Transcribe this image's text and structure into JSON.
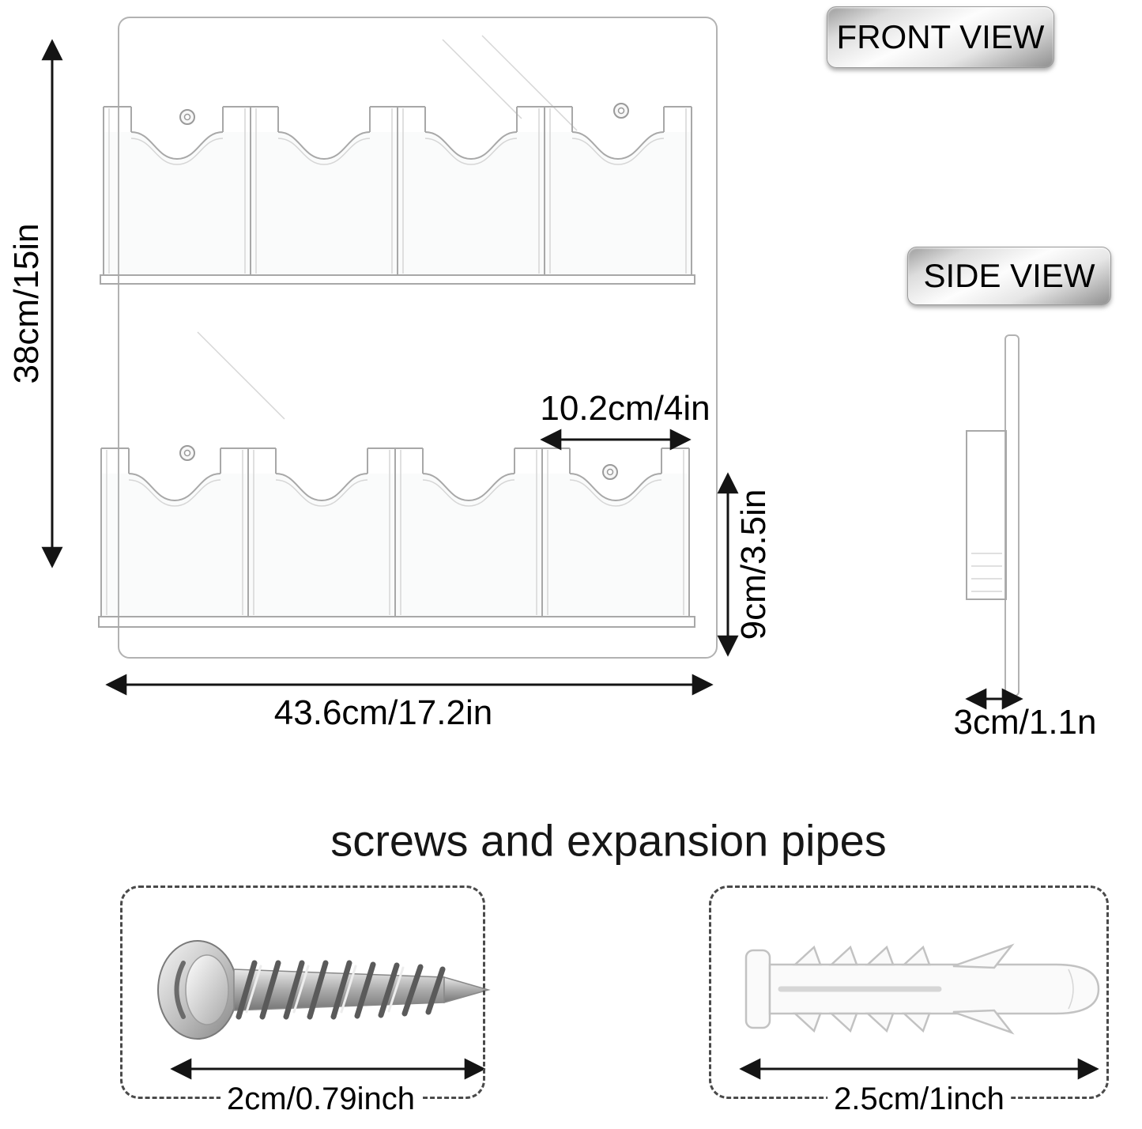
{
  "title": "wall mount brochure holder dimension diagram",
  "colors": {
    "dimension_lines": "#141414",
    "acrylic_outline": "#a8a8a8",
    "badge_text": "#000000",
    "background": "#ffffff"
  },
  "front_view": {
    "badge": "FRONT VIEW",
    "height_label": "38cm/15in",
    "width_label": "43.6cm/17.2in",
    "pocket_width_label": "10.2cm/4in",
    "pocket_height_label": "9cm/3.5in",
    "rows": 2,
    "pockets_per_row": 4
  },
  "side_view": {
    "badge": "SIDE VIEW",
    "depth_label": "3cm/1.1n"
  },
  "hardware": {
    "heading": "screws and expansion pipes",
    "screw_length_label": "2cm/0.79inch",
    "anchor_length_label": "2.5cm/1inch"
  }
}
